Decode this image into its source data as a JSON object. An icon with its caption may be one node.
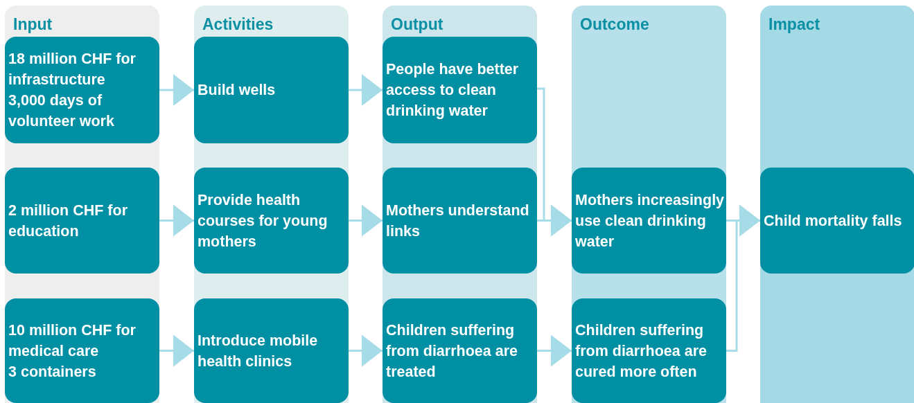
{
  "diagram": {
    "nodes": [
      {
        "text": [
          "Input"
        ]
      },
      {
        "text": [
          "18 million CHF for infrastructure",
          "3,000 days of volunteer work"
        ],
        "in": 0
      },
      {
        "text": [
          "2 million CHF for education"
        ],
        "in": 0
      },
      {
        "text": [
          "10 million CHF for medical care",
          "3 containers"
        ],
        "in": 0
      },
      {
        "text": [
          "Activities"
        ]
      },
      {
        "text": [
          "Build wells"
        ],
        "in": 4
      },
      {
        "text": [
          "Provide health courses for young mothers"
        ],
        "in": 4
      },
      {
        "text": [
          "Introduce mobile health clinics"
        ],
        "in": 4
      },
      {
        "text": [
          "Output"
        ]
      },
      {
        "text": [
          "People have better access to clean drinking water"
        ],
        "in": 8
      },
      {
        "text": [
          "Mothers understand links"
        ],
        "in": 8
      },
      {
        "text": [
          "Children suffering from diarrhoea are treated"
        ],
        "in": 8
      },
      {
        "text": [
          "Outcome"
        ]
      },
      {
        "text": [
          "Mothers increasingly use clean drinking water"
        ],
        "in": 12
      },
      {
        "text": [
          "Children suffering from diarrhoea are cured more often"
        ],
        "in": 12
      },
      {
        "text": [
          "Impact"
        ]
      },
      {
        "text": [
          "Child mortality falls"
        ],
        "in": 15
      }
    ],
    "edges": [
      {
        "from": 1,
        "to": 5,
        "arrow": "to"
      },
      {
        "from": 2,
        "to": 6,
        "arrow": "to"
      },
      {
        "from": 3,
        "to": 7,
        "arrow": "to"
      },
      {
        "from": 5,
        "to": 9,
        "arrow": "to"
      },
      {
        "from": 6,
        "to": 10,
        "arrow": "to"
      },
      {
        "from": 7,
        "to": 11,
        "arrow": "to"
      },
      {
        "from": 9,
        "to": 13,
        "arrow": "to"
      },
      {
        "from": 10,
        "to": 13,
        "arrow": "to"
      },
      {
        "from": 11,
        "to": 14,
        "arrow": "to"
      },
      {
        "from": 13,
        "to": 16,
        "arrow": "to"
      },
      {
        "from": 14,
        "to": 16,
        "arrow": "to"
      }
    ]
  }
}
